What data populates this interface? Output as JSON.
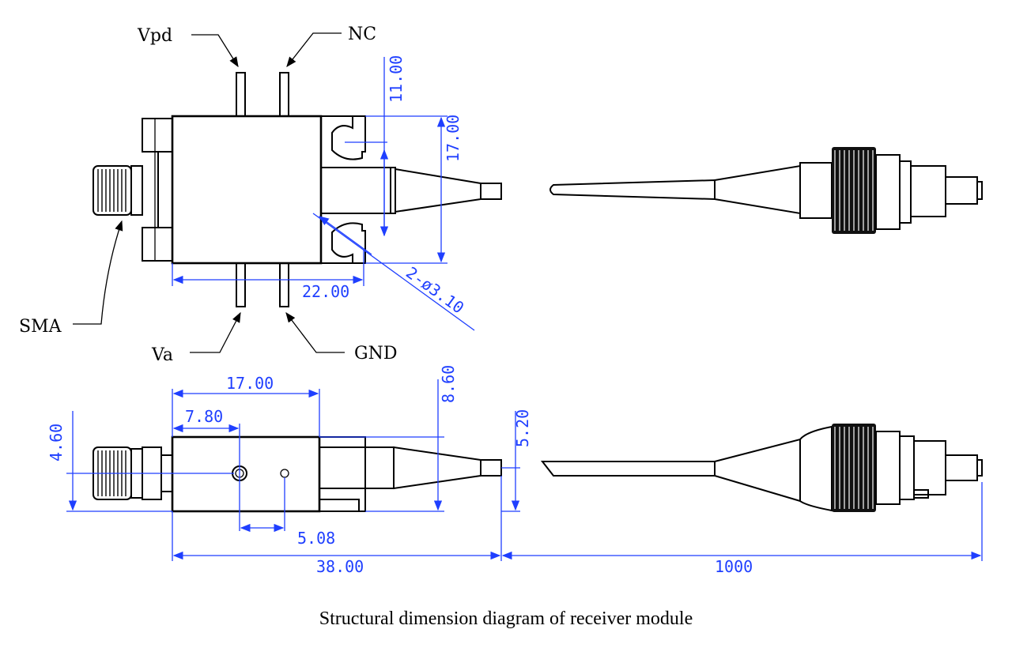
{
  "pin_labels": {
    "vpd": "Vpd",
    "nc": "NC",
    "va": "Va",
    "gnd": "GND",
    "sma": "SMA"
  },
  "dimensions": {
    "top_fiber_offset": "11.00",
    "top_flange_height": "17.00",
    "top_body_length": "22.00",
    "top_mount_holes": "2-ø3.10",
    "side_length_to_step": "17.00",
    "side_hole_offset": "7.80",
    "side_height": "8.60",
    "side_fiber_height": "5.20",
    "side_sma_height": "4.60",
    "side_hole_spacing": "5.08",
    "side_total_length": "38.00",
    "fiber_length": "1000"
  },
  "caption": "Structural dimension diagram of receiver module",
  "colors": {
    "dimension": "#1f3fff",
    "outline": "#000000"
  }
}
